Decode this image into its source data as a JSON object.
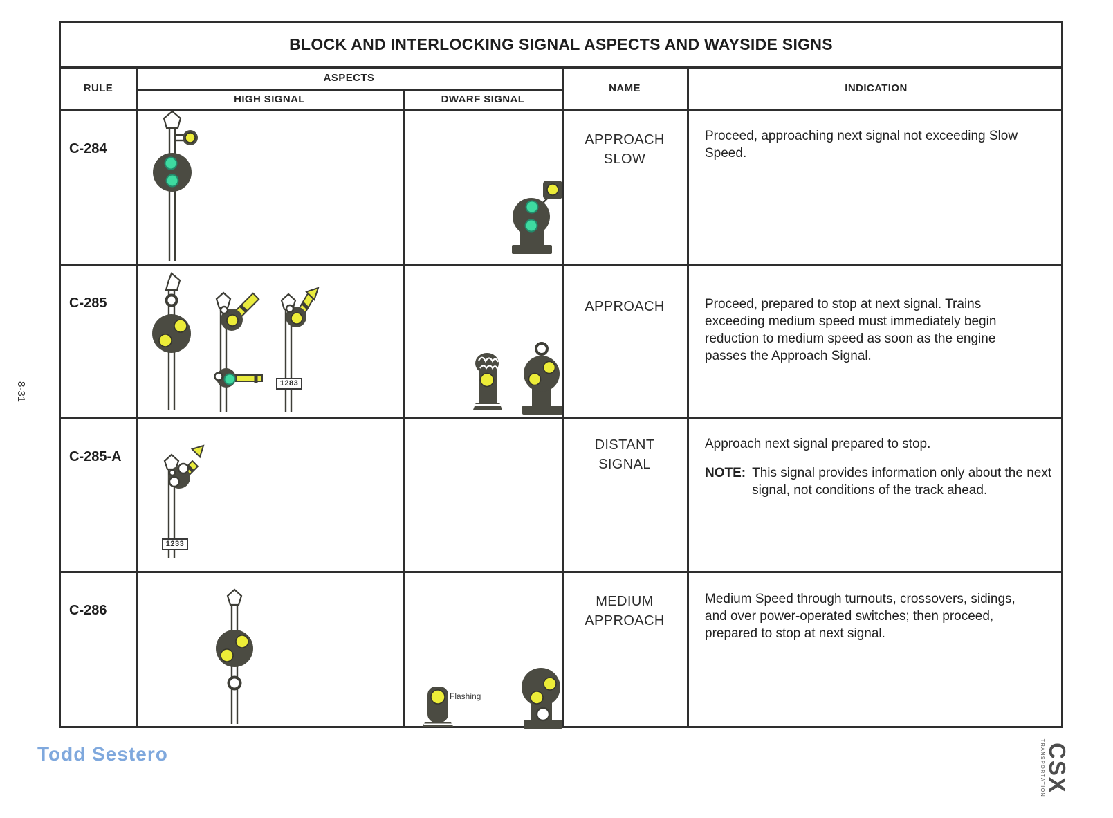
{
  "page": {
    "side_page_number": "8-31",
    "watermark": "Todd Sestero",
    "logo_primary": "CSX",
    "logo_secondary": "TRANSPORTATION"
  },
  "colors": {
    "signal_housing_dark": "#4b4b42",
    "light_yellow": "#ecec38",
    "light_green": "#3edaa0",
    "light_white": "#ffffff",
    "blade_yellow": "#e9eb3e",
    "watermark_blue": "#7fa8dd"
  },
  "table": {
    "title": "BLOCK AND INTERLOCKING SIGNAL ASPECTS AND WAYSIDE SIGNS",
    "headers": {
      "rule": "RULE",
      "aspects": "ASPECTS",
      "high_signal": "HIGH SIGNAL",
      "dwarf_signal": "DWARF SIGNAL",
      "name": "NAME",
      "indication": "INDICATION"
    },
    "rows": [
      {
        "rule": "C-284",
        "name_lines": [
          "APPROACH",
          "SLOW"
        ],
        "indication": "Proceed, approaching next signal not exceeding Slow Speed.",
        "high_signal_icons": [
          "mast-signal-two-green-lights-with-yellow-marker"
        ],
        "dwarf_signal_icons": [
          "dwarf-signal-two-green-lights-with-yellow-marker"
        ]
      },
      {
        "rule": "C-285",
        "name_lines": [
          "APPROACH"
        ],
        "indication": "Proceed, prepared to stop at next signal.  Trains exceeding medium speed must immediately begin reduction to medium speed as soon as the engine passes the Approach Signal.",
        "plate": "1283",
        "high_signal_icons": [
          "mast-signal-two-yellow-lights-diagonal",
          "semaphore-upper-blade-45deg-lower-blade-horizontal",
          "semaphore-arrow-blade-45deg-with-number-plate"
        ],
        "dwarf_signal_icons": [
          "dwarf-signal-single-yellow-hooded",
          "dwarf-signal-two-yellow-lights-diagonal"
        ]
      },
      {
        "rule": "C-285-A",
        "name_lines": [
          "DISTANT",
          "SIGNAL"
        ],
        "indication": "Approach next signal prepared to stop.",
        "note_label": "NOTE:",
        "note": "This signal provides information only about the next signal, not conditions of the track ahead.",
        "plate": "1233",
        "high_signal_icons": [
          "semaphore-yellow-arrow-blade-45deg-with-number-plate"
        ],
        "dwarf_signal_icons": []
      },
      {
        "rule": "C-286",
        "name_lines": [
          "MEDIUM",
          "APPROACH"
        ],
        "indication": "Medium Speed through turnouts, crossovers, sidings, and over power-operated switches; then proceed, prepared to stop at next signal.",
        "flashing_label": "Flashing",
        "high_signal_icons": [
          "mast-signal-two-yellow-lights-diagonal-with-marker-ring"
        ],
        "dwarf_signal_icons": [
          "dwarf-signal-single-yellow-flashing",
          "dwarf-signal-two-yellow-lights-with-white-marker"
        ]
      }
    ]
  }
}
